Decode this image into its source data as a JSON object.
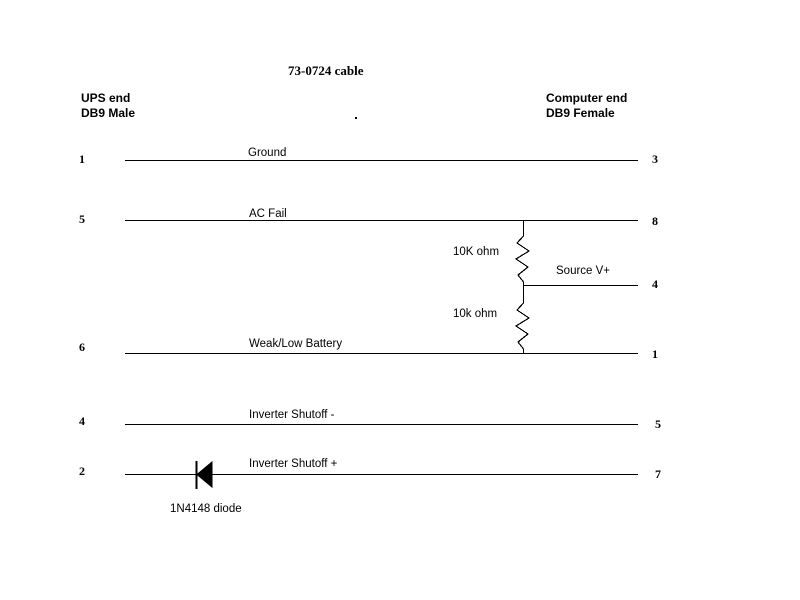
{
  "diagram": {
    "title": "73-0724 cable",
    "left_end": {
      "line1": "UPS end",
      "line2": "DB9 Male"
    },
    "right_end": {
      "line1": "Computer end",
      "line2": "DB9 Female"
    },
    "connections": [
      {
        "left_pin": "1",
        "label": "Ground",
        "right_pin": "3"
      },
      {
        "left_pin": "5",
        "label": "AC Fail",
        "right_pin": "8"
      },
      {
        "left_pin": "",
        "label": "Source V+",
        "right_pin": "4"
      },
      {
        "left_pin": "6",
        "label": "Weak/Low Battery",
        "right_pin": "1"
      },
      {
        "left_pin": "4",
        "label": "Inverter Shutoff -",
        "right_pin": "5"
      },
      {
        "left_pin": "2",
        "label": "Inverter Shutoff +",
        "right_pin": "7"
      }
    ],
    "components": [
      {
        "type": "resistor",
        "label": "10K ohm"
      },
      {
        "type": "resistor",
        "label": "10k ohm"
      },
      {
        "type": "diode",
        "label": "1N4148 diode"
      }
    ],
    "colors": {
      "background": "#ffffff",
      "ink": "#000000"
    }
  }
}
